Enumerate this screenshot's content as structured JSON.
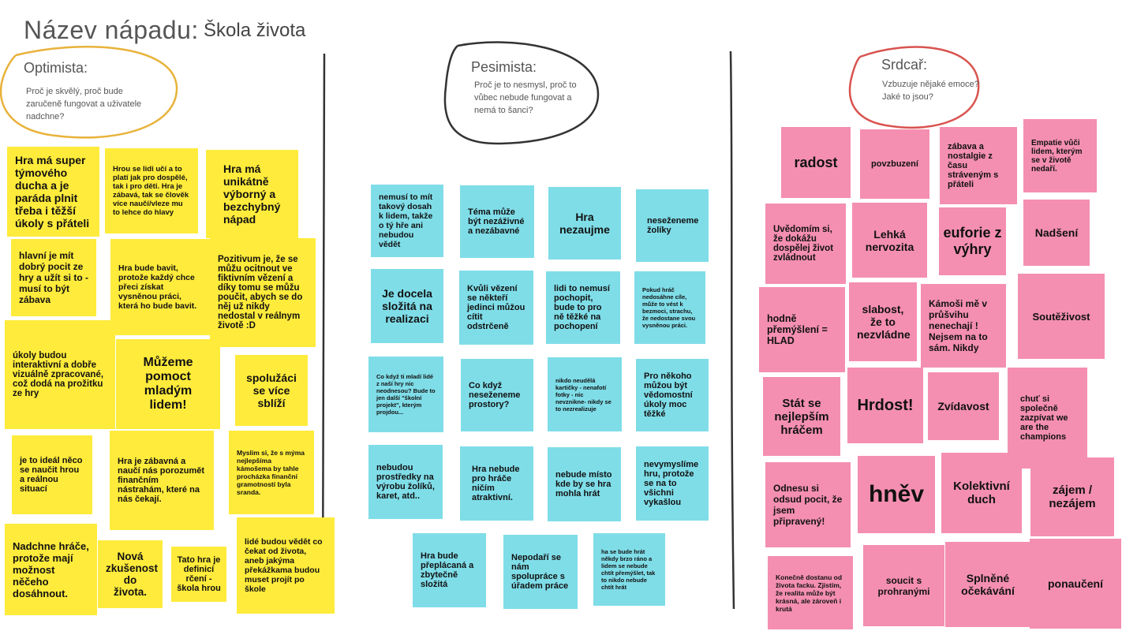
{
  "title": {
    "label": "Název nápadu:",
    "value": "Škola života"
  },
  "columns": {
    "optimist": {
      "heading": "Optimista:",
      "description": "Proč je skvělý, proč bude zaručeně fungovat a uživatele nadchne?"
    },
    "pessimist": {
      "heading": "Pesimista:",
      "description": "Proč je to nesmysl, proč to vůbec nebude fungovat a nemá to šanci?"
    },
    "heart": {
      "heading": "Srdcař:",
      "description": "Vzbuzuje nějaké emoce? Jaké to jsou?"
    }
  },
  "colors": {
    "yellow": "#ffeb3b",
    "blue": "#7fdde8",
    "pink": "#f48fb1",
    "optimist_circle": "#e8b23a",
    "heart_circle": "#d9534f"
  },
  "notes": {
    "optimist": [
      "Hra má super týmového ducha a je paráda plnit třeba i těžší úkoly s přáteli",
      "Hrou se lidi učí a to platí jak pro dospělé, tak i pro děti. Hra je zábavá, tak se člověk více naučí/vleze mu to lehce do hlavy",
      "Hra má unikátně výborný a bezchybný nápad",
      "hlavní je mít dobrý pocit ze hry a užít si to - musí to být zábava",
      "Hra bude bavit, protože každý chce přeci získat vysněnou práci, která ho bude bavit.",
      "Pozitivum je, že se můžu ocitnout ve fiktivním vězení a díky tomu se můžu poučit, abych se do něj už nikdy nedostal v reálnym životě :D",
      "úkoly budou interaktivní a dobře vizuálně zpracované, což dodá na prožitku ze hry",
      "Můžeme pomoct mladým lidem!",
      "spolužáci se více sblíží",
      "je to ideál něco se naučit hrou a reálnou situací",
      "Hra je zábavná a naučí nás porozumět finančním nástrahám, které na nás čekají.",
      "Myslim si, že s mýma nejlepšíma kámošema by tahle procházka finanční gramotností byla sranda.",
      "Nadchne hráče, protože mají možnost něčeho dosáhnout.",
      "Nová zkušenost do života.",
      "Tato hra je definicí rčení - škola hrou",
      "lidé budou vědět co čekat od života, aneb jakýma překážkama budou muset projít po škole"
    ],
    "pessimist": [
      "nemusí to mít takový dosah k lidem, takže o tý hře ani nebudou vědět",
      "Téma může být nezáživné a nezábavné",
      "Hra nezaujme",
      "neseženeme žolíky",
      "Je docela složitá na realizaci",
      "Kvůli vězení se někteří jedinci můžou cítit odstrčeně",
      "lidi to nemusí pochopit, bude to pro ně těžké na pochopení",
      "Pokud hráč nedosáhne cíle, může to vést k bezmoci, strachu, že nedostane svou vysněnou práci.",
      "Co když ti mladí lidé z naší hry nic neodnesou? Bude to jen další \"školní projekt\", kterým projdou...",
      "Co když neseženeme prostory?",
      "nikdo neudělá kartičky - nenafotí fotky - nic nevznikne- nikdy se to nezrealizuje",
      "Pro někoho můžou být vědomostní úkoly moc těžké",
      "nebudou prostředky na výrobu žolíků, karet, atd..",
      "Hra nebude pro hráče ničím atraktivní.",
      "nebude místo kde by se hra mohla hrát",
      "nevymyslíme hru, protože se na to všichni vykašlou",
      "Hra bude přeplácaná a zbytečně složitá",
      "Nepodaří se nám spolupráce s úřadem práce",
      "ha se bude hrát někdy brzo ráno a lidem se nebude chtít přemýšlet, tak to nikdo nebude chtít hrát"
    ],
    "heart": [
      "radost",
      "povzbuzení",
      "zábava a nostalgie z času stráveným s přáteli",
      "Empatie vůči lidem, kterým se v životě nedaří.",
      "Uvědomím si, že dokážu dospělej život zvládnout",
      "Lehká nervozita",
      "euforie z výhry",
      "Nadšení",
      "hodně přemýšlení = HLAD",
      "slabost, že to nezvládne",
      "Kámoši mě v průšvihu nenechají ! Nejsem na to sám. Nikdy",
      "Soutěživost",
      "Stát se nejlepším hráčem",
      "Hrdost!",
      "Zvídavost",
      "chuť si společně zazpívat we are the champions",
      "Odnesu si odsud pocit, že jsem připravený!",
      "hněv",
      "Kolektivní duch",
      "zájem / nezájem",
      "Konečně dostanu od života facku. Zjistím, že realita může být krásná, ale zároveň i krutá",
      "soucit s prohranými",
      "Splněné očekávání",
      "ponaučení"
    ]
  }
}
